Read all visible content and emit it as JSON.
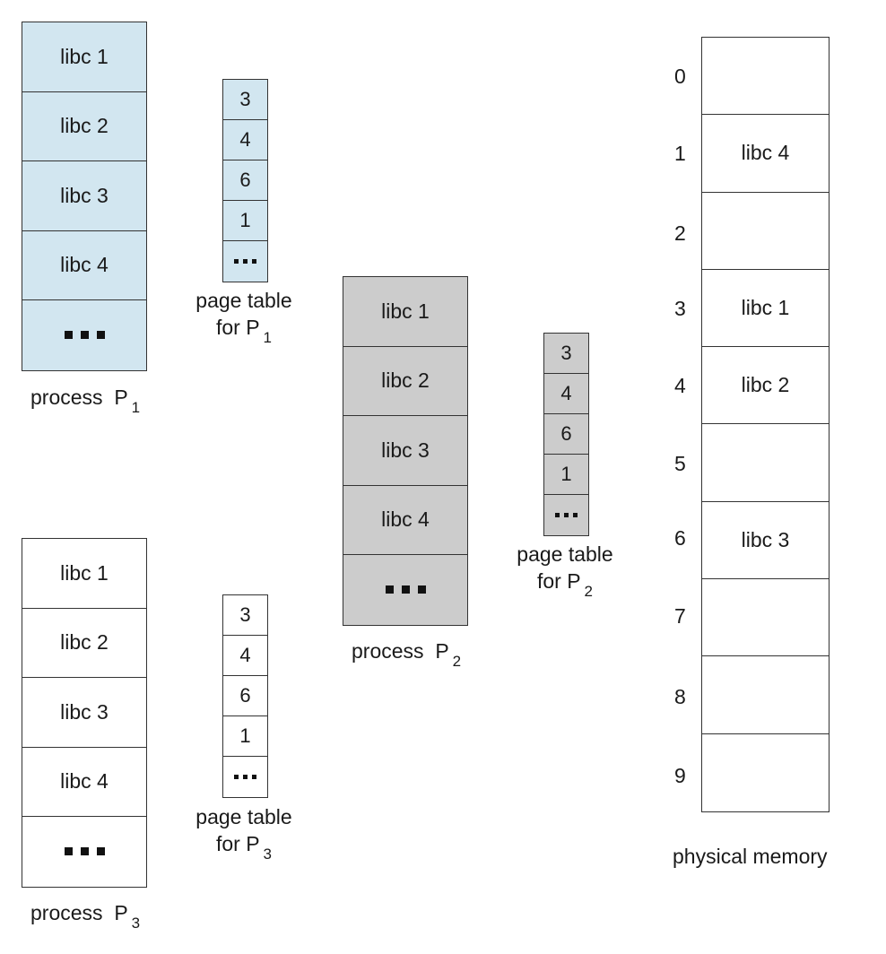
{
  "colors": {
    "p1_fill": "#d2e6f0",
    "p2_fill": "#cccccc",
    "p3_fill": "#ffffff",
    "border": "#333333"
  },
  "processes": [
    {
      "id": "P1",
      "label": "process",
      "sub": "1",
      "pages": [
        "libc 1",
        "libc 2",
        "libc 3",
        "libc 4",
        "..."
      ],
      "page_table": {
        "label_line1": "page table",
        "label_line2": "for P",
        "sub": "1",
        "entries": [
          "3",
          "4",
          "6",
          "1",
          "..."
        ]
      }
    },
    {
      "id": "P2",
      "label": "process",
      "sub": "2",
      "pages": [
        "libc 1",
        "libc 2",
        "libc 3",
        "libc 4",
        "..."
      ],
      "page_table": {
        "label_line1": "page table",
        "label_line2": "for P",
        "sub": "2",
        "entries": [
          "3",
          "4",
          "6",
          "1",
          "..."
        ]
      }
    },
    {
      "id": "P3",
      "label": "process",
      "sub": "3",
      "pages": [
        "libc 1",
        "libc 2",
        "libc 3",
        "libc 4",
        "..."
      ],
      "page_table": {
        "label_line1": "page table",
        "label_line2": "for P",
        "sub": "3",
        "entries": [
          "3",
          "4",
          "6",
          "1",
          "..."
        ]
      }
    }
  ],
  "physical_memory": {
    "label": "physical memory",
    "frames": [
      {
        "num": "0",
        "content": ""
      },
      {
        "num": "1",
        "content": "libc 4"
      },
      {
        "num": "2",
        "content": ""
      },
      {
        "num": "3",
        "content": "libc 1"
      },
      {
        "num": "4",
        "content": "libc 2"
      },
      {
        "num": "5",
        "content": ""
      },
      {
        "num": "6",
        "content": "libc 3"
      },
      {
        "num": "7",
        "content": ""
      },
      {
        "num": "8",
        "content": ""
      },
      {
        "num": "9",
        "content": ""
      }
    ]
  }
}
